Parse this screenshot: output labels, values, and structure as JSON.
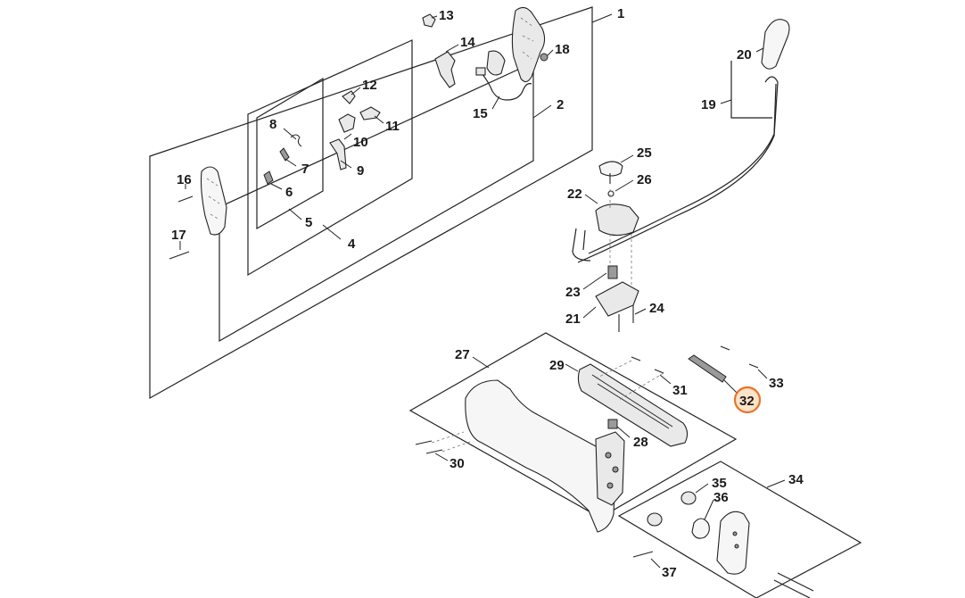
{
  "diagram": {
    "highlight_color": "#e8732a",
    "highlighted_callout": "32",
    "callouts": [
      "1",
      "2",
      "4",
      "5",
      "6",
      "7",
      "8",
      "9",
      "10",
      "11",
      "12",
      "13",
      "14",
      "15",
      "16",
      "17",
      "18",
      "19",
      "20",
      "21",
      "22",
      "23",
      "24",
      "25",
      "26",
      "27",
      "28",
      "29",
      "30",
      "31",
      "32",
      "33",
      "34",
      "35",
      "36",
      "37"
    ]
  }
}
